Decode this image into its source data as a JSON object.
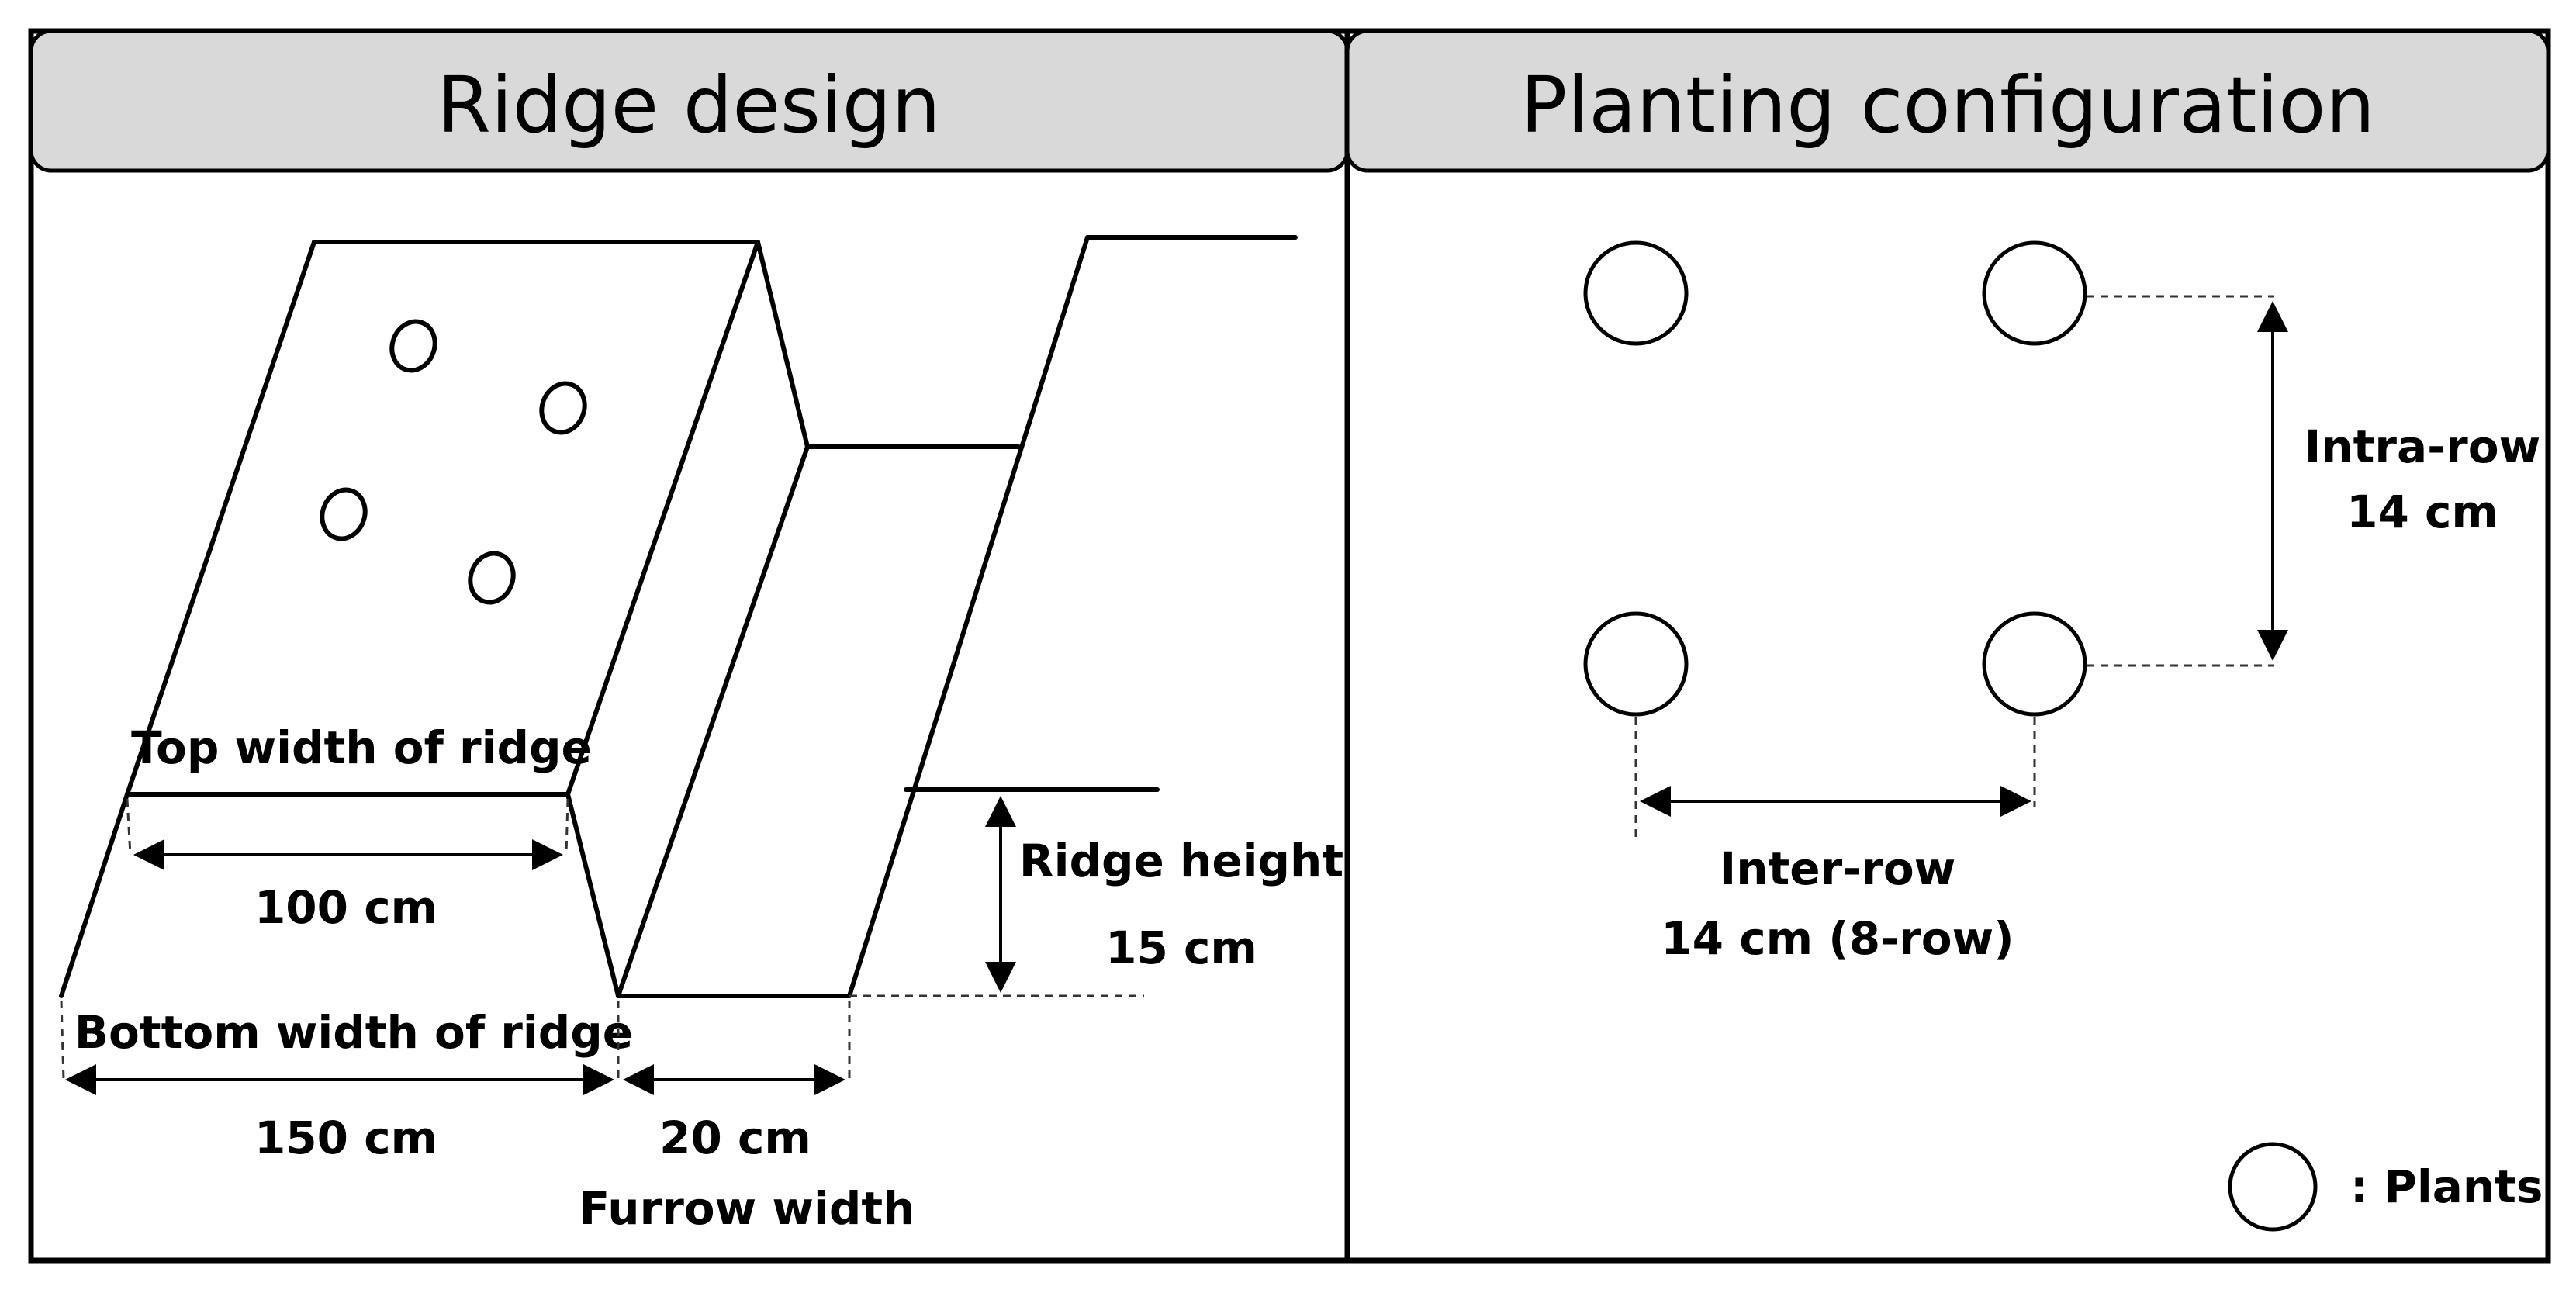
{
  "panels": {
    "ridge": {
      "title": "Ridge design"
    },
    "planting": {
      "title": "Planting configuration"
    }
  },
  "ridge_labels": {
    "top_width": "Top width of ridge",
    "top_value": "100 cm",
    "bottom_width": "Bottom width of ridge",
    "bottom_value": "150 cm",
    "furrow_value": "20 cm",
    "furrow_width": "Furrow width",
    "height": "Ridge height",
    "height_value": "15 cm"
  },
  "planting_labels": {
    "intra_row": "Intra-row",
    "intra_value": "14 cm",
    "inter_row": "Inter-row",
    "inter_value": "14 cm (8-row)",
    "legend": ": Plants"
  },
  "colors": {
    "header_bg": "#d9d9d9",
    "line": "#000000",
    "background": "#ffffff"
  }
}
